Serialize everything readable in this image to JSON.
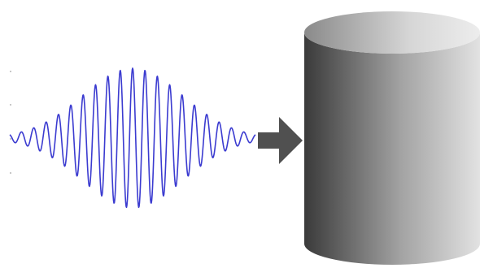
{
  "diagram": {
    "signal": {
      "kind": "amplitude-modulated wave packet",
      "color": "#3b3bd0"
    },
    "arrow": {
      "direction": "right",
      "color": "#505050"
    },
    "storage": {
      "kind": "cylinder",
      "gradient_dark": "#3a3a3a",
      "gradient_light": "#e2e2e2",
      "top_light": "#ededed",
      "top_dark": "#8a8a8a"
    }
  }
}
